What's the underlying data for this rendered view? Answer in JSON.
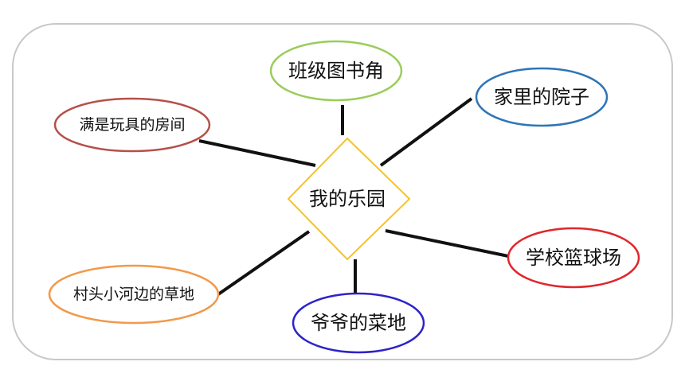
{
  "center": {
    "label": "我的乐园",
    "color": "#F5C22B"
  },
  "nodes": [
    {
      "id": "classroom-book-corner",
      "label": "班级图书角",
      "color": "#9ACD5A"
    },
    {
      "id": "home-yard",
      "label": "家里的院子",
      "color": "#2E75B6"
    },
    {
      "id": "toy-room",
      "label": "满是玩具的房间",
      "color": "#B5504A"
    },
    {
      "id": "school-basketball-court",
      "label": "学校篮球场",
      "color": "#E0262B"
    },
    {
      "id": "village-riverside-grass",
      "label": "村头小河边的草地",
      "color": "#F2994A"
    },
    {
      "id": "grandpa-vegetable-garden",
      "label": "爷爷的菜地",
      "color": "#2E23C9"
    }
  ],
  "colors": {
    "frame": "#C8C8C8",
    "connector": "#111111"
  }
}
